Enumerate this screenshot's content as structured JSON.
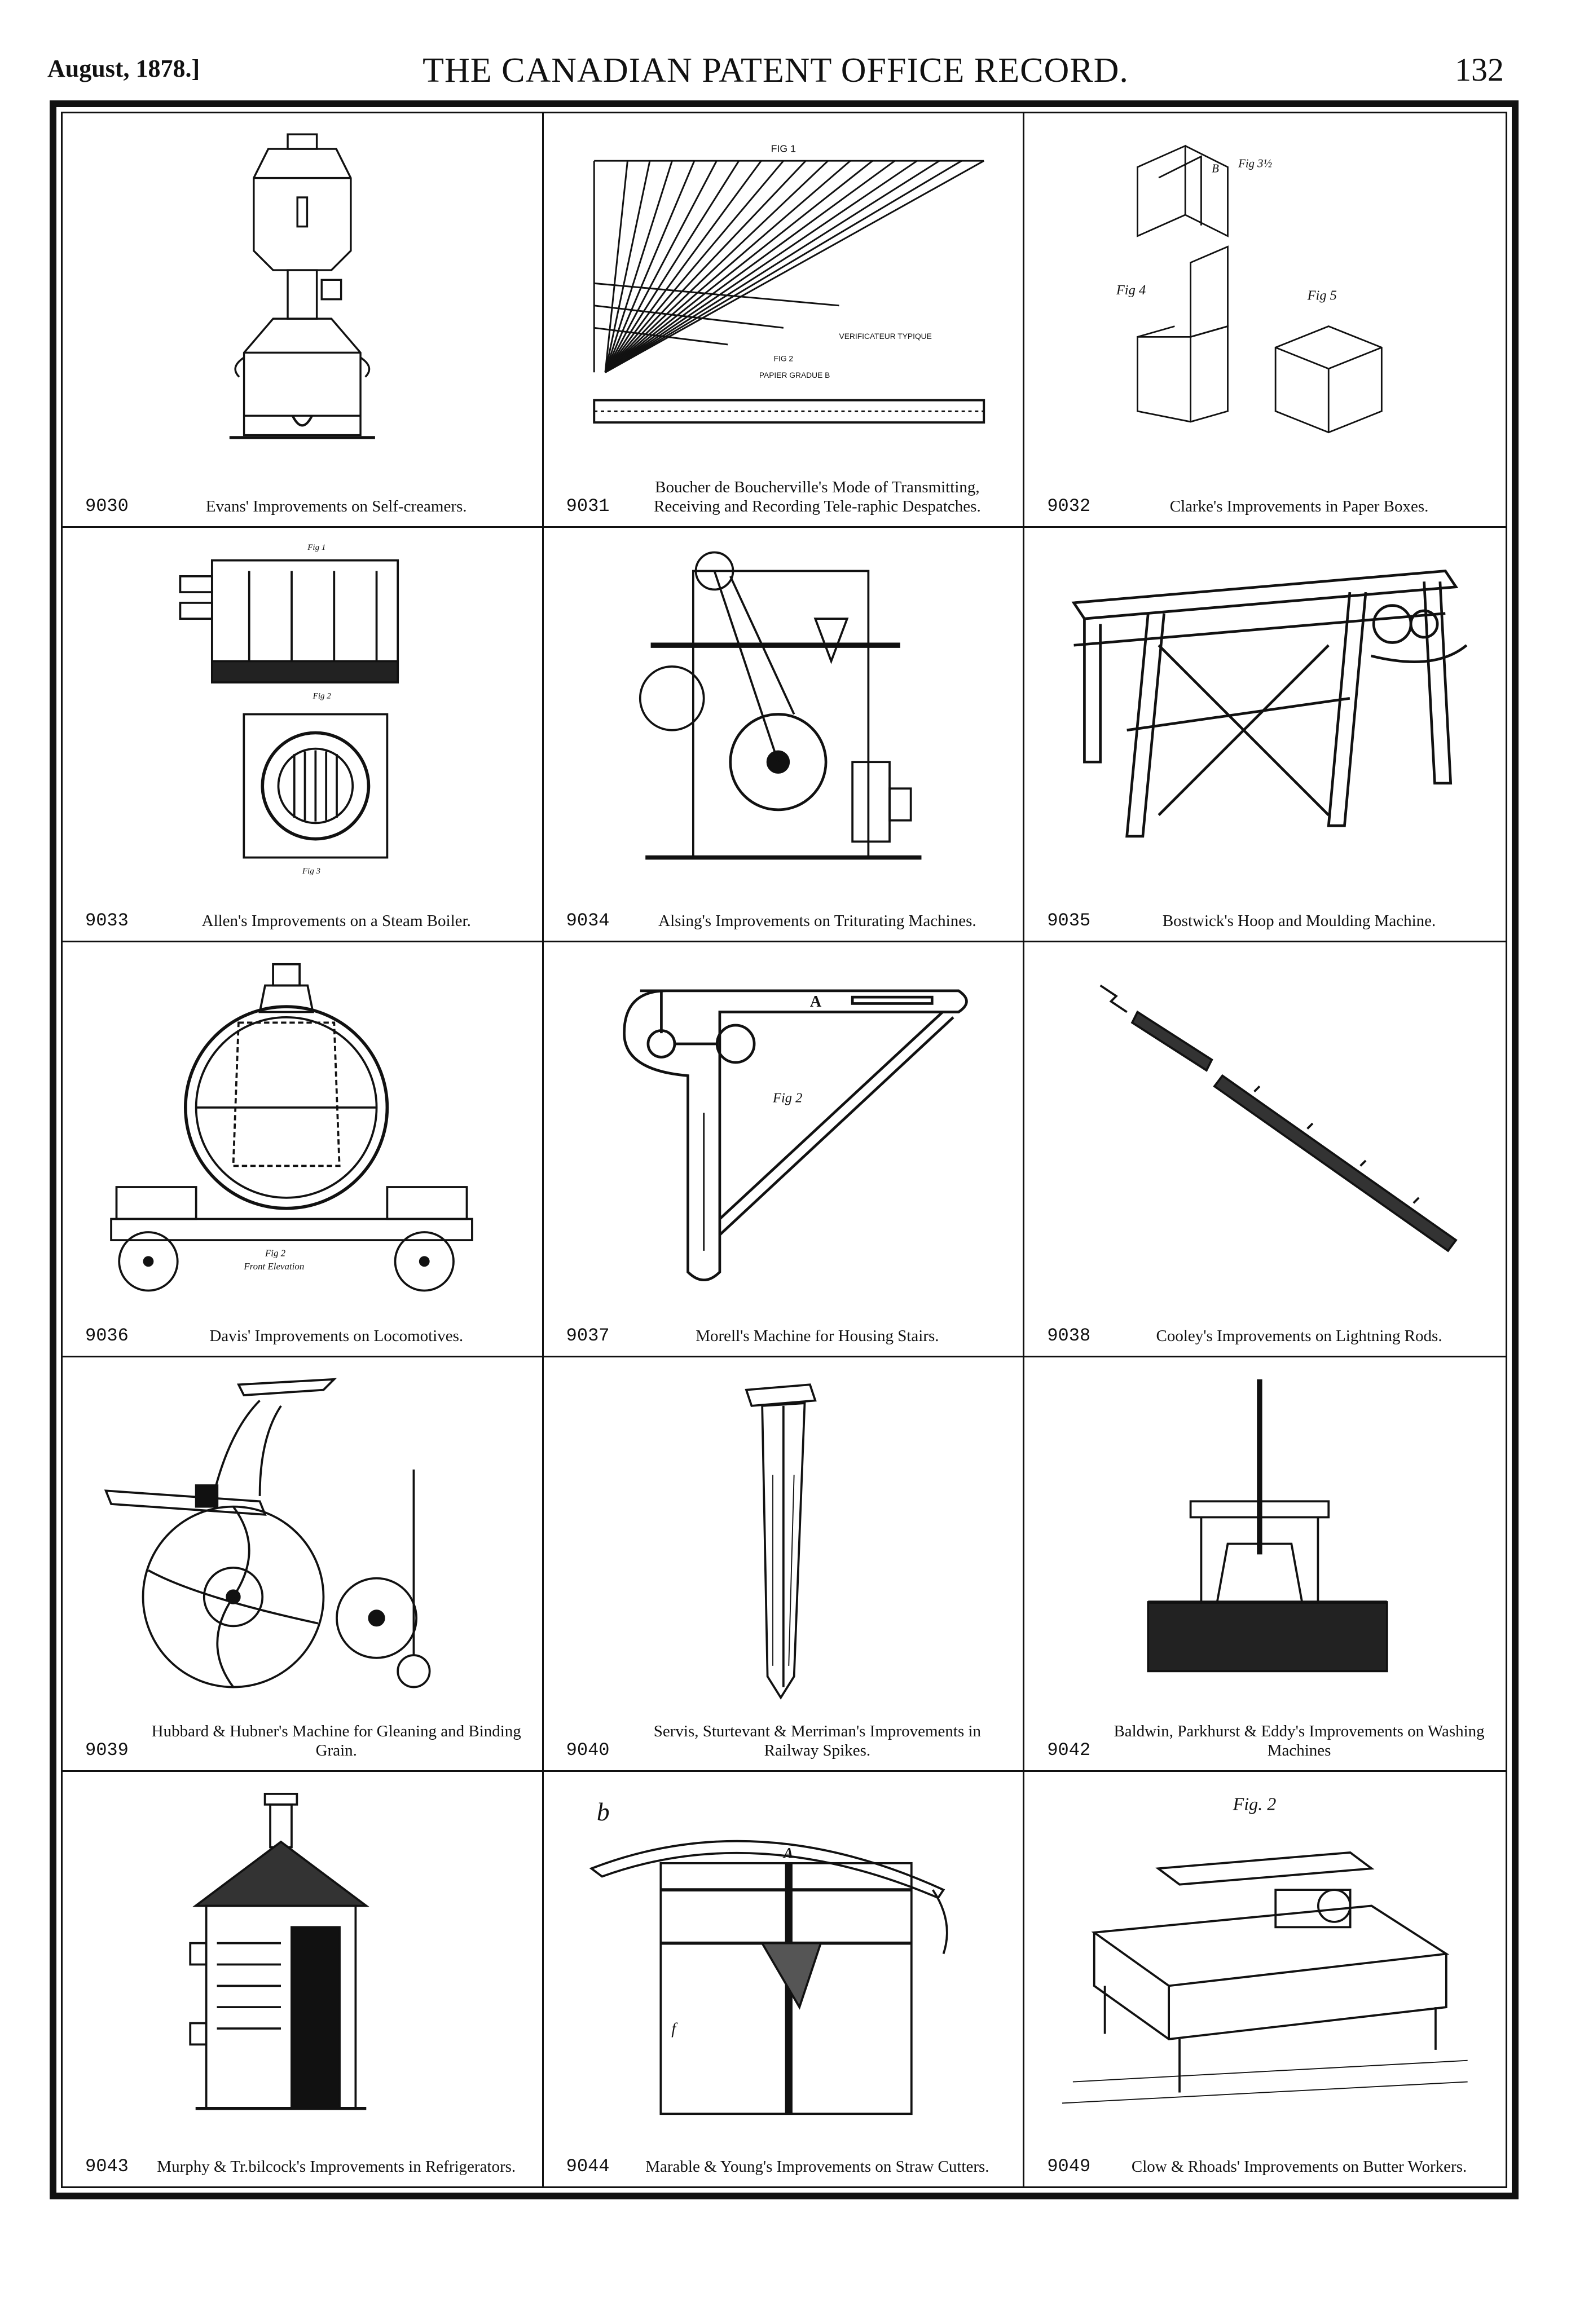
{
  "header": {
    "date": "August, 1878.]",
    "title": "THE CANADIAN PATENT OFFICE RECORD.",
    "page": "132"
  },
  "patents": [
    {
      "number": "9030",
      "title": "Evans' Improvements on Self-creamers."
    },
    {
      "number": "9031",
      "title": "Boucher de Boucherville's Mode of Transmitting, Receiving and Recording Tele-raphic Despatches."
    },
    {
      "number": "9032",
      "title": "Clarke's Improvements in Paper Boxes."
    },
    {
      "number": "9033",
      "title": "Allen's Improvements on a Steam Boiler."
    },
    {
      "number": "9034",
      "title": "Alsing's Improvements on Triturating Machines."
    },
    {
      "number": "9035",
      "title": "Bostwick's Hoop and Moulding Machine."
    },
    {
      "number": "9036",
      "title": "Davis' Improvements on Locomotives."
    },
    {
      "number": "9037",
      "title": "Morell's Machine for Housing Stairs."
    },
    {
      "number": "9038",
      "title": "Cooley's Improvements on Lightning Rods."
    },
    {
      "number": "9039",
      "title": "Hubbard & Hubner's Machine for Gleaning and Binding Grain."
    },
    {
      "number": "9040",
      "title": "Servis, Sturtevant & Merriman's Improvements in Railway Spikes."
    },
    {
      "number": "9042",
      "title": "Baldwin, Parkhurst & Eddy's Improvements on Washing Machines"
    },
    {
      "number": "9043",
      "title": "Murphy & Tr.bilcock's Improvements in Refrigerators."
    },
    {
      "number": "9044",
      "title": "Marable & Young's Improvements on Straw Cutters."
    },
    {
      "number": "9049",
      "title": "Clow & Rhoads' Improvements on Butter Workers."
    }
  ],
  "figure_labels": {
    "fig_9031_a": "FIG 1",
    "fig_9031_b": "VERIFICATEUR TYPIQUE",
    "fig_9031_c": "FIG 2",
    "fig_9031_d": "PAPIER GRADUE B",
    "fig_9032_a": "Fig 3½",
    "fig_9032_b": "Fig 4",
    "fig_9032_c": "Fig 5",
    "fig_9032_d": "B",
    "fig_9033_a": "Fig 1",
    "fig_9033_b": "Fig 2",
    "fig_9033_c": "Fig 3",
    "fig_9036_a": "Fig 2",
    "fig_9036_b": "Front Elevation",
    "fig_9037_a": "A",
    "fig_9037_b": "Fig 2",
    "fig_9044_a": "b",
    "fig_9044_b": "A",
    "fig_9044_c": "f",
    "fig_9049_a": "Fig. 2"
  }
}
